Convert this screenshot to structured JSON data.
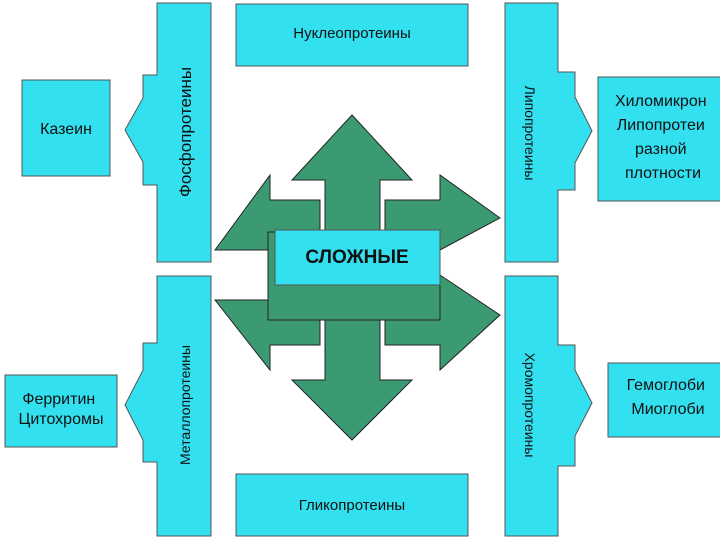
{
  "colors": {
    "box_fill": "#33e0ef",
    "box_stroke": "#555555",
    "arrow_fill": "#3c9a72",
    "arrow_stroke": "#222222",
    "text": "#111111"
  },
  "center": {
    "label": "СЛОЖНЫЕ"
  },
  "top_box": {
    "label": "Нуклеопротеины"
  },
  "bottom_box": {
    "label": "Гликопротеины"
  },
  "left_top": {
    "vertical_label": "Фосфопротеины",
    "target_lines": [
      "Казеин"
    ]
  },
  "left_bottom": {
    "vertical_label": "Металлопротеины",
    "target_lines": [
      "Ферритин",
      "Цитохромы"
    ]
  },
  "right_top": {
    "vertical_label": "Липопротеины",
    "target_lines": [
      "Хиломикрон",
      "Липопротеи",
      "разной",
      "плотности"
    ]
  },
  "right_bottom": {
    "vertical_label": "Хромопротеины",
    "target_lines": [
      "Гемоглоби",
      "Миоглоби"
    ]
  }
}
